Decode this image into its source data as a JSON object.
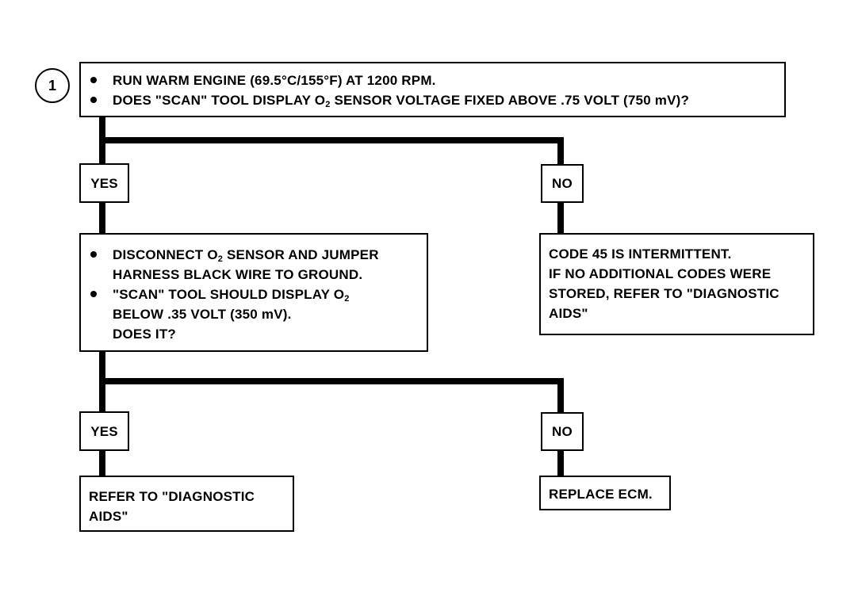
{
  "step_number": "1",
  "step1": {
    "line1": "RUN WARM ENGINE (69.5°C/155°F) AT 1200 RPM.",
    "line2_pre": "DOES \"SCAN\" TOOL DISPLAY O",
    "line2_sub": "2",
    "line2_post": " SENSOR VOLTAGE FIXED ABOVE .75 VOLT (750 mV)?"
  },
  "labels": {
    "yes": "YES",
    "no": "NO"
  },
  "step2": {
    "b1_line1_pre": "DISCONNECT O",
    "b1_line1_sub": "2",
    "b1_line1_post": " SENSOR AND JUMPER",
    "b1_line2": "HARNESS BLACK WIRE TO GROUND.",
    "b2_line1_pre": "\"SCAN\" TOOL SHOULD DISPLAY O",
    "b2_line1_sub": "2",
    "b2_line2": "BELOW .35 VOLT (350 mV).",
    "b2_line3": "DOES IT?"
  },
  "no_branch1": {
    "line1": "CODE 45 IS INTERMITTENT.",
    "line2": "IF NO ADDITIONAL CODES WERE",
    "line3": "STORED, REFER TO \"DIAGNOSTIC",
    "line4": "AIDS\""
  },
  "yes_result": {
    "line1": "REFER TO \"DIAGNOSTIC",
    "line2": "AIDS\""
  },
  "no_result": {
    "line1": "REPLACE ECM."
  }
}
